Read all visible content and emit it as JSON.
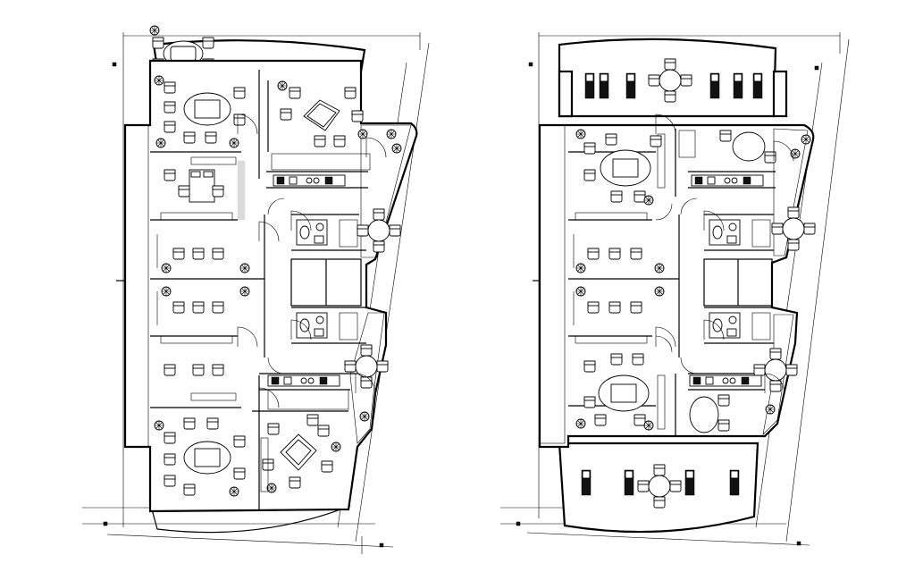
{
  "drawing": {
    "type": "architectural floor plan",
    "plans": [
      {
        "id": "plan-left",
        "furnished": true
      },
      {
        "id": "plan-right",
        "furnished": true
      }
    ],
    "colors": {
      "line": "#000000",
      "background": "#ffffff"
    }
  }
}
